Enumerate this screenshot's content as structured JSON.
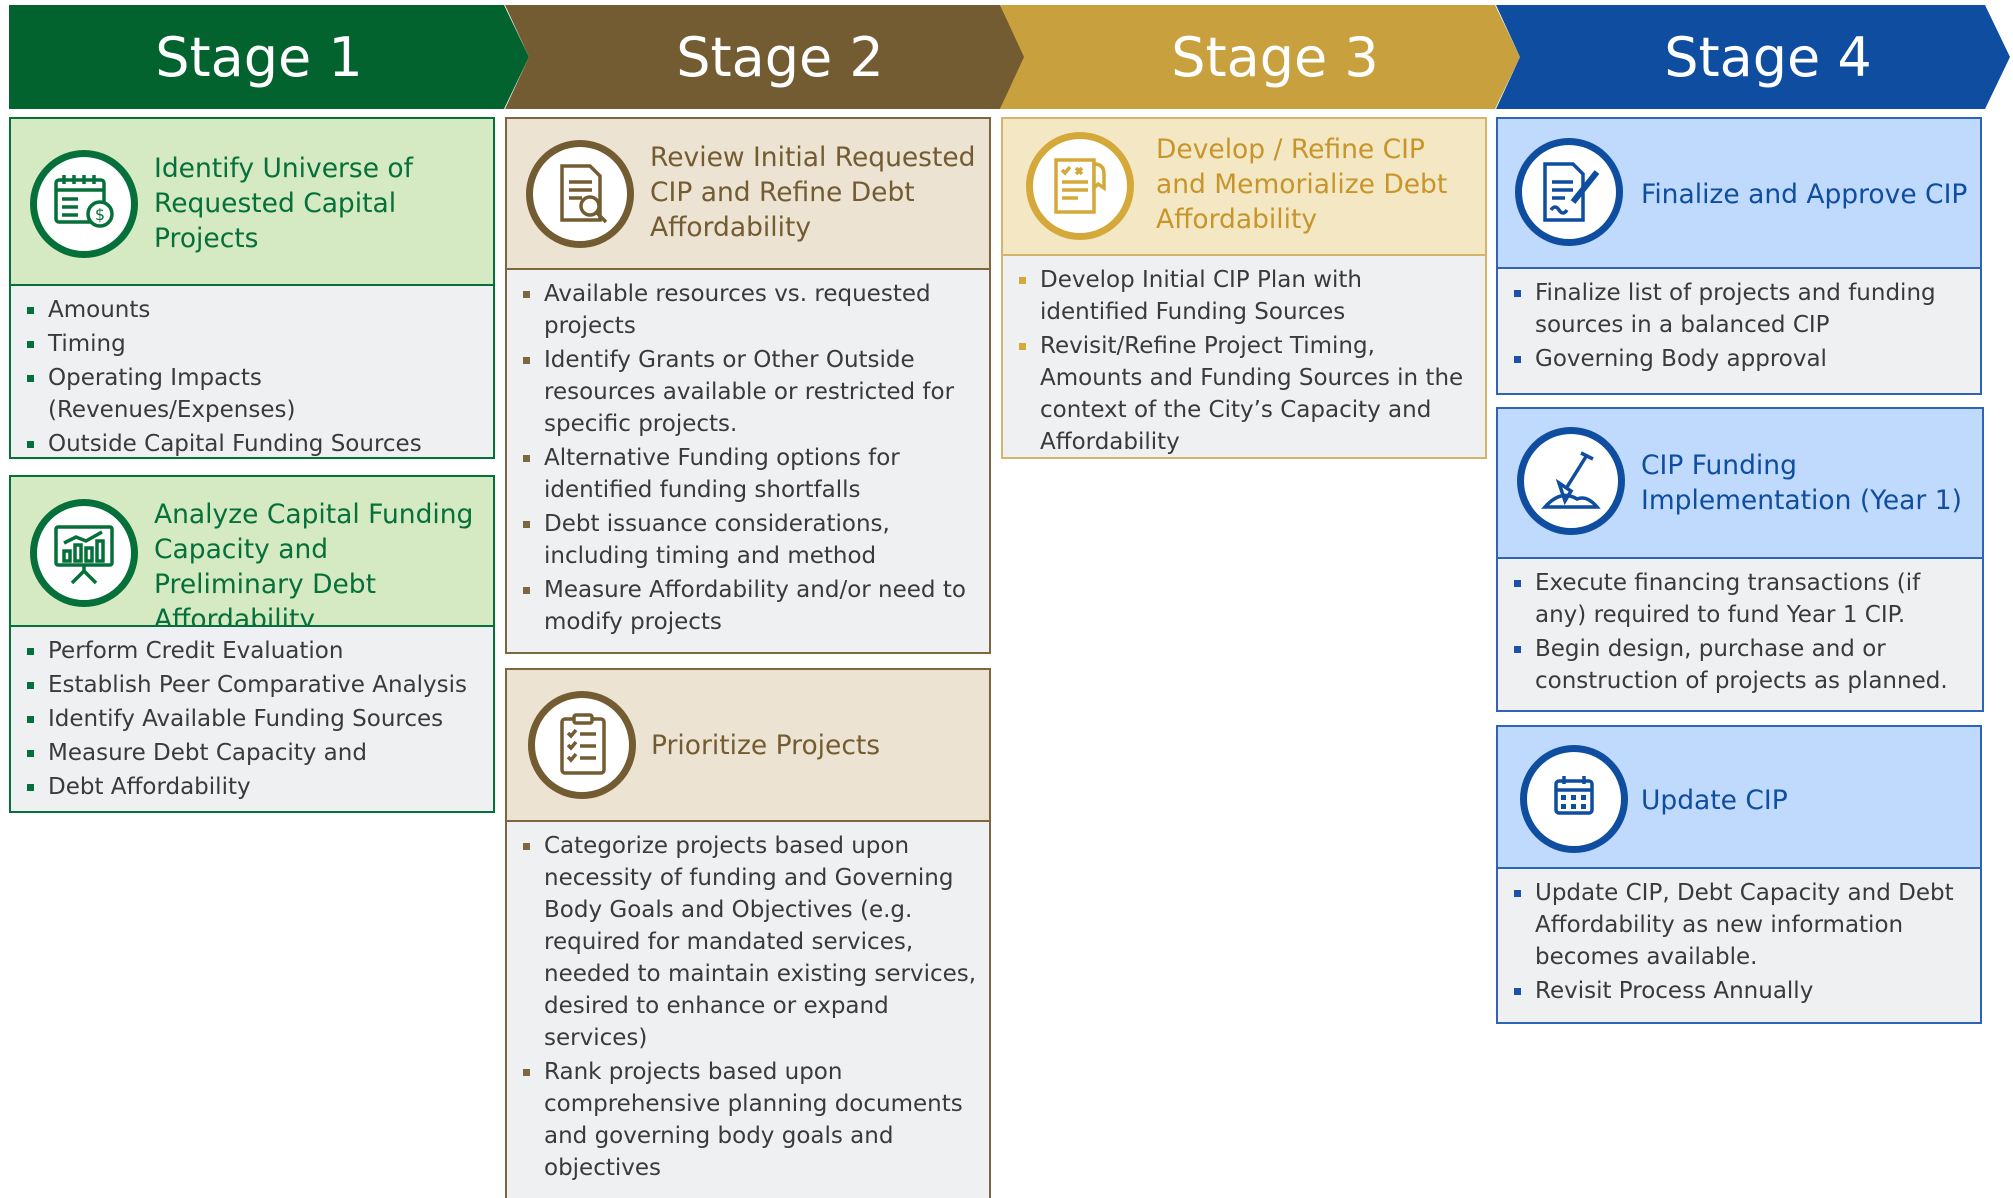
{
  "stages": [
    {
      "label": "Stage 1",
      "color": "#02632f"
    },
    {
      "label": "Stage 2",
      "color": "#735c32"
    },
    {
      "label": "Stage 3",
      "color": "#c8a03d"
    },
    {
      "label": "Stage 4",
      "color": "#0f4da0"
    }
  ],
  "boxes": {
    "s1a": {
      "icon": "budget-spreadsheet-icon",
      "title": "Identify Universe of Requested Capital Projects",
      "items": [
        "Amounts",
        "Timing",
        "Operating Impacts (Revenues/Expenses)",
        "Outside Capital Funding Sources"
      ]
    },
    "s1b": {
      "icon": "presentation-chart-icon",
      "title": "Analyze Capital Funding Capacity and Preliminary Debt Affordability",
      "items": [
        "Perform Credit Evaluation",
        "Establish Peer Comparative Analysis",
        "Identify Available Funding Sources",
        "Measure Debt Capacity and",
        "Debt Affordability"
      ]
    },
    "s2a": {
      "icon": "document-search-icon",
      "title": "Review Initial Requested CIP and Refine Debt Affordability",
      "items": [
        "Available resources vs. requested projects",
        "Identify Grants or Other Outside resources available or restricted for specific projects.",
        "Alternative Funding options for identified funding shortfalls",
        "Debt issuance considerations, including timing and method",
        "Measure Affordability and/or need to modify projects"
      ]
    },
    "s2b": {
      "icon": "checklist-clipboard-icon",
      "title": "Prioritize Projects",
      "items": [
        "Categorize projects based upon necessity of funding and Governing Body Goals and Objectives (e.g. required for mandated services, needed to maintain existing services, desired to enhance or expand services)",
        "Rank projects based upon comprehensive planning documents and governing body goals and objectives"
      ]
    },
    "s3a": {
      "icon": "contract-document-icon",
      "title": "Develop / Refine CIP and Memorialize Debt Affordability",
      "items": [
        "Develop Initial CIP Plan with identified Funding Sources",
        "Revisit/Refine Project Timing, Amounts and Funding Sources in the context of the City’s Capacity and Affordability"
      ]
    },
    "s4a": {
      "icon": "document-sign-icon",
      "title": "Finalize and Approve CIP",
      "items": [
        "Finalize list of projects and funding sources in a balanced CIP",
        "Governing Body approval"
      ]
    },
    "s4b": {
      "icon": "shovel-dirt-icon",
      "title": "CIP Funding Implementation (Year 1)",
      "items": [
        "Execute financing transactions (if any) required to fund Year 1 CIP.",
        "Begin design, purchase and or construction of projects as planned."
      ]
    },
    "s4c": {
      "icon": "calendar-refresh-icon",
      "title": "Update CIP",
      "items": [
        "Update CIP, Debt Capacity and Debt Affordability as new information becomes available.",
        "Revisit Process Annually"
      ]
    }
  }
}
